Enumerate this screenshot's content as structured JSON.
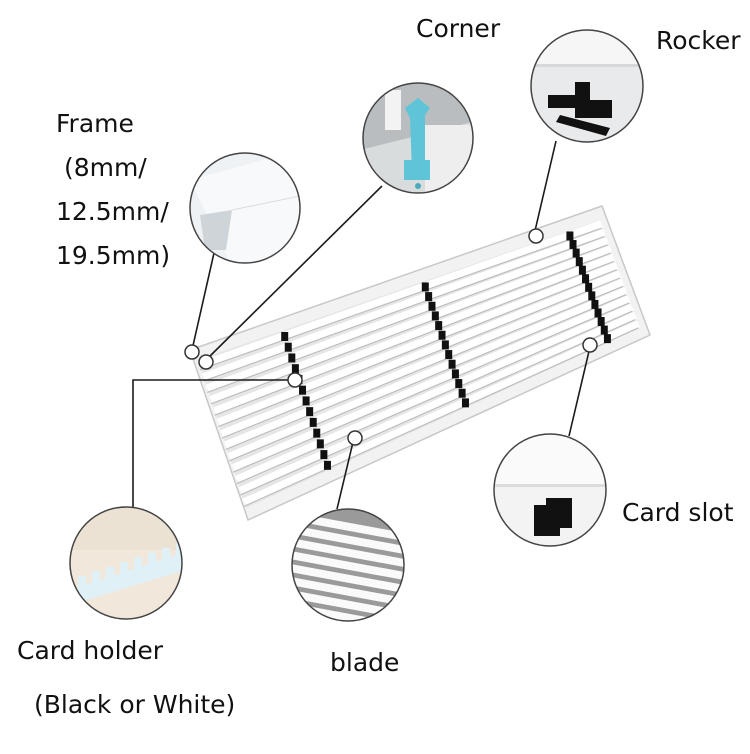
{
  "labels": {
    "corner": "Corner",
    "rocker": "Rocker",
    "frame": "Frame\n (8mm/\n12.5mm/\n19.5mm)",
    "card_slot": "Card slot",
    "card_holder": "Card holder",
    "card_holder_note": "(Black or White)",
    "blade": "blade"
  },
  "colors": {
    "frame": "#f4f4f4",
    "blade": "#fafafa",
    "holder": "#111111",
    "leader": "#1a1a1a",
    "corner_piece": "#5fc4d8",
    "zoom_bg": "#e9e9e9"
  }
}
